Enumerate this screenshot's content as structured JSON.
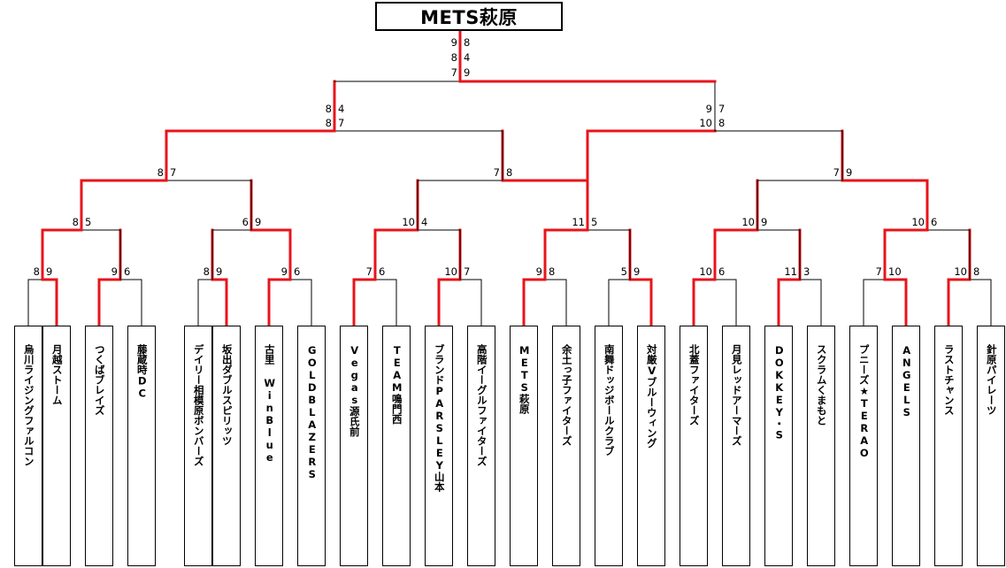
{
  "colors": {
    "winner_line": "#e8141b",
    "line": "#000000"
  },
  "champion": "METS萩原",
  "teams": [
    "烏川ライジングファルコン",
    "月越ストーム",
    "つくばブレイズ",
    "藤蔵時DC",
    "デイリー相模原ボンバーズ",
    "坂出ダブルスピリッツ",
    "古里 WinBlue",
    "GOLDBLAZERS",
    "Vegas源氏前",
    "TEAM鳴門西",
    "ブランドPARSLEY山本",
    "高階イーグルファイターズ",
    "METS萩原",
    "余土っ子ファイターズ",
    "南舞ドッジボールクラブ",
    "対厳Vブルーウィング",
    "北蓋ファイターズ",
    "月見レッドアーマーズ",
    "DOKKEY・S",
    "スクラムくまもと",
    "プニーズ★TERAO",
    "ANGELS",
    "ラストチャンス",
    "針原パイレーツ"
  ],
  "round1": [
    {
      "left": "8",
      "right": "9",
      "winner": "right"
    },
    {
      "left": "9",
      "right": "6",
      "winner": "left"
    },
    {
      "left": "8",
      "right": "9",
      "winner": "right"
    },
    {
      "left": "9",
      "right": "6",
      "winner": "left"
    },
    {
      "left": "7",
      "right": "6",
      "winner": "left"
    },
    {
      "left": "10",
      "right": "7",
      "winner": "left"
    },
    {
      "left": "9",
      "right": "8",
      "winner": "left"
    },
    {
      "left": "5",
      "right": "9",
      "winner": "right"
    },
    {
      "left": "10",
      "right": "6",
      "winner": "left"
    },
    {
      "left": "11",
      "right": "3",
      "winner": "left"
    },
    {
      "left": "7",
      "right": "10",
      "winner": "right"
    },
    {
      "left": "10",
      "right": "8",
      "winner": "left"
    }
  ],
  "round2": [
    {
      "left": "8",
      "right": "5",
      "winner": "left"
    },
    {
      "left": "6",
      "right": "9",
      "winner": "right"
    },
    {
      "left": "10",
      "right": "4",
      "winner": "left"
    },
    {
      "left": "11",
      "right": "5",
      "winner": "left"
    },
    {
      "left": "10",
      "right": "9",
      "winner": "left"
    },
    {
      "left": "10",
      "right": "6",
      "winner": "left"
    }
  ],
  "round3": [
    {
      "left": "8",
      "right": "7",
      "winner": "left"
    },
    {
      "left": "7",
      "right": "8",
      "winner": "right"
    },
    {
      "left": "7",
      "right": "9",
      "winner": "right"
    }
  ],
  "semifinal": [
    {
      "left": [
        "8",
        "8"
      ],
      "right": [
        "4",
        "7"
      ],
      "winner": "left"
    },
    {
      "left": [
        "9",
        "10"
      ],
      "right": [
        "7",
        "8"
      ],
      "winner": "left"
    }
  ],
  "final": {
    "left": [
      "9",
      "8",
      "7"
    ],
    "right": [
      "8",
      "4",
      "9"
    ],
    "winner": "right"
  }
}
